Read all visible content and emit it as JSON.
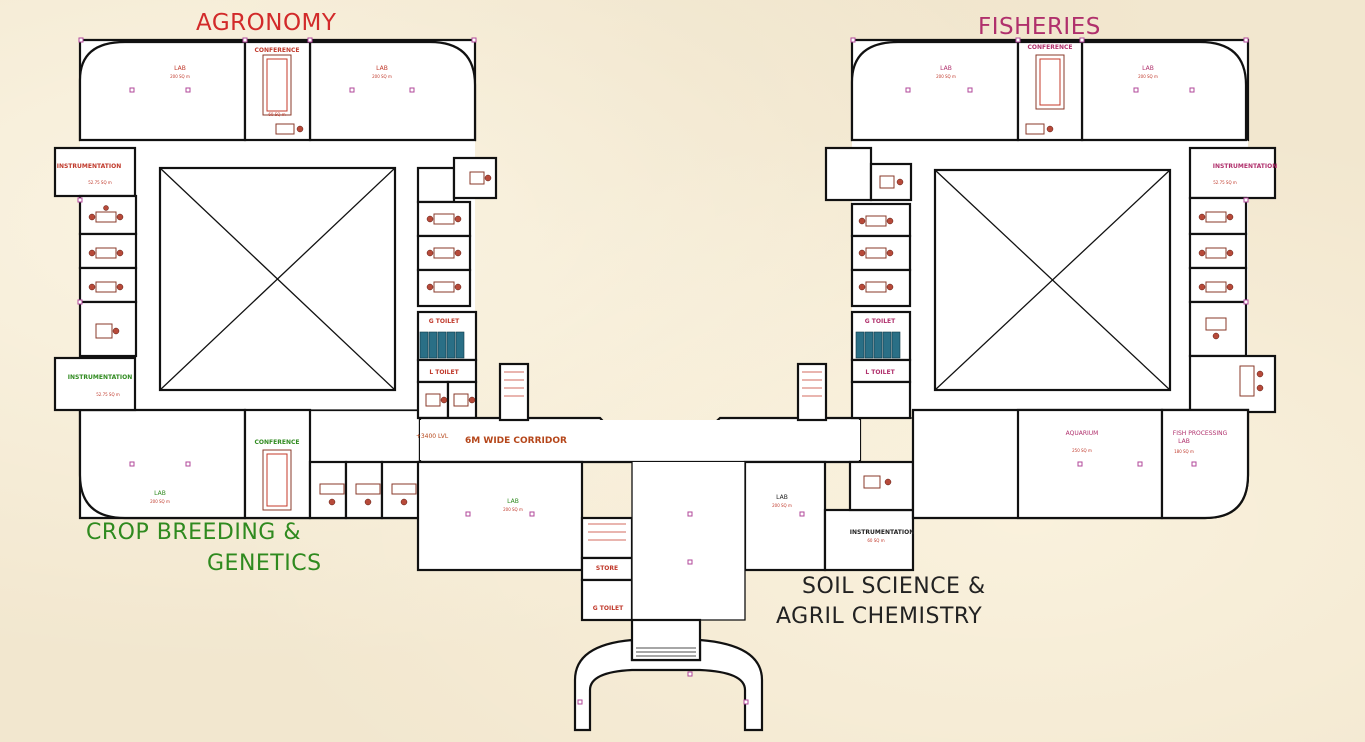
{
  "departments": {
    "agronomy": "AGRONOMY",
    "fisheries": "FISHERIES",
    "crop_line1": "CROP BREEDING  &",
    "crop_line2": "GENETICS",
    "soil_line1": "SOIL SCIENCE &",
    "soil_line2": "AGRIL CHEMISTRY"
  },
  "colors": {
    "agronomy": "#d22a2a",
    "fisheries": "#b0306c",
    "crop": "#2f8a1f",
    "soil": "#222222",
    "room_labels": "#c0392b",
    "corridor_label": "#b5461a"
  },
  "corridor": {
    "label": "6M WIDE  CORRIDOR",
    "level": "+3400 LVL"
  },
  "rooms": {
    "lab": "LAB",
    "conference": "CONFERENCE",
    "instrumentation": "INSTRUMENTATION",
    "g_toilet": "G  TOILET",
    "l_toilet": "L  TOILET",
    "store": "STORE",
    "aquarium": "AQUARIUM",
    "fish_processing": "FISH PROCESSING",
    "fish_processing_2": "LAB"
  },
  "areas": {
    "lab_200": "200 SQ m",
    "inst_52": "52.75 SQ m",
    "inst_60": "60 SQ m",
    "conf_60": "60 SQ m",
    "aquarium": "250 SQ m",
    "fish_proc": "180 SQ m"
  }
}
